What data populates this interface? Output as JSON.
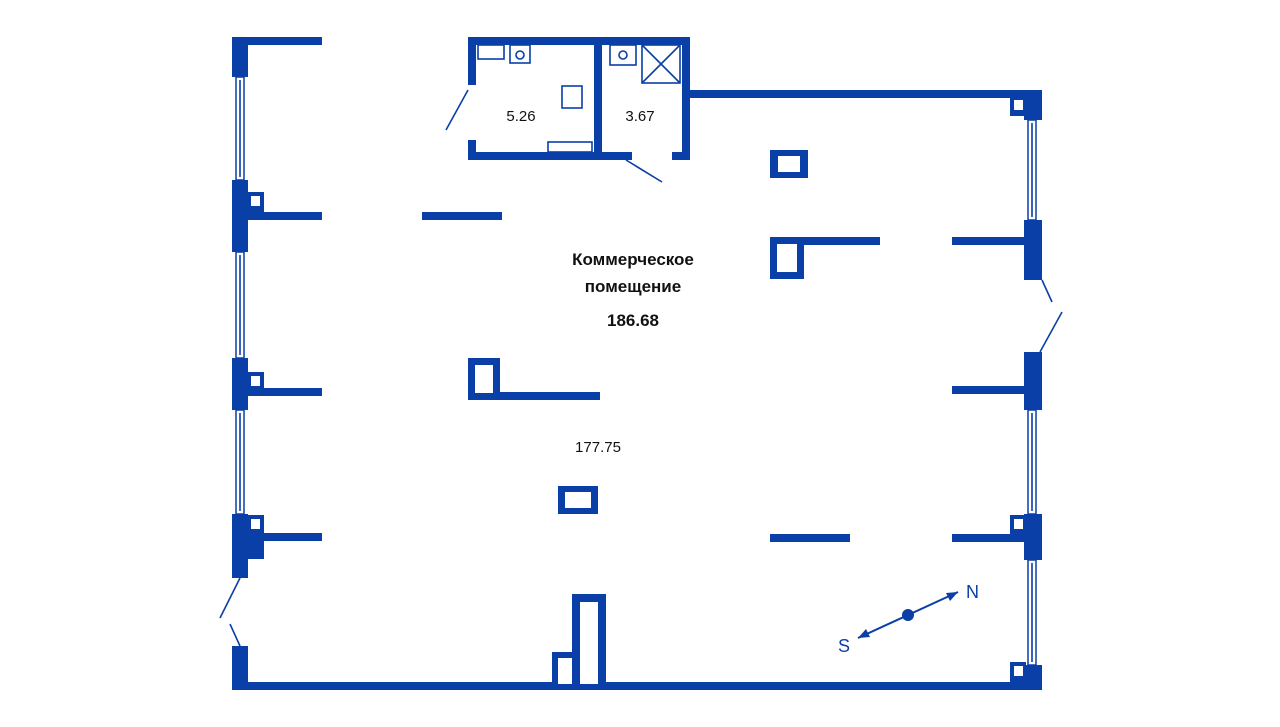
{
  "plan": {
    "main_room": {
      "name_line1": "Коммерческое",
      "name_line2": "помещение",
      "total_area": "186.68",
      "area": "177.75"
    },
    "bathroom_1": {
      "area": "5.26"
    },
    "bathroom_2": {
      "area": "3.67"
    },
    "compass": {
      "north": "N",
      "south": "S"
    },
    "colors": {
      "wall": "#0a3fa8",
      "background": "#ffffff",
      "text": "#111111"
    }
  }
}
